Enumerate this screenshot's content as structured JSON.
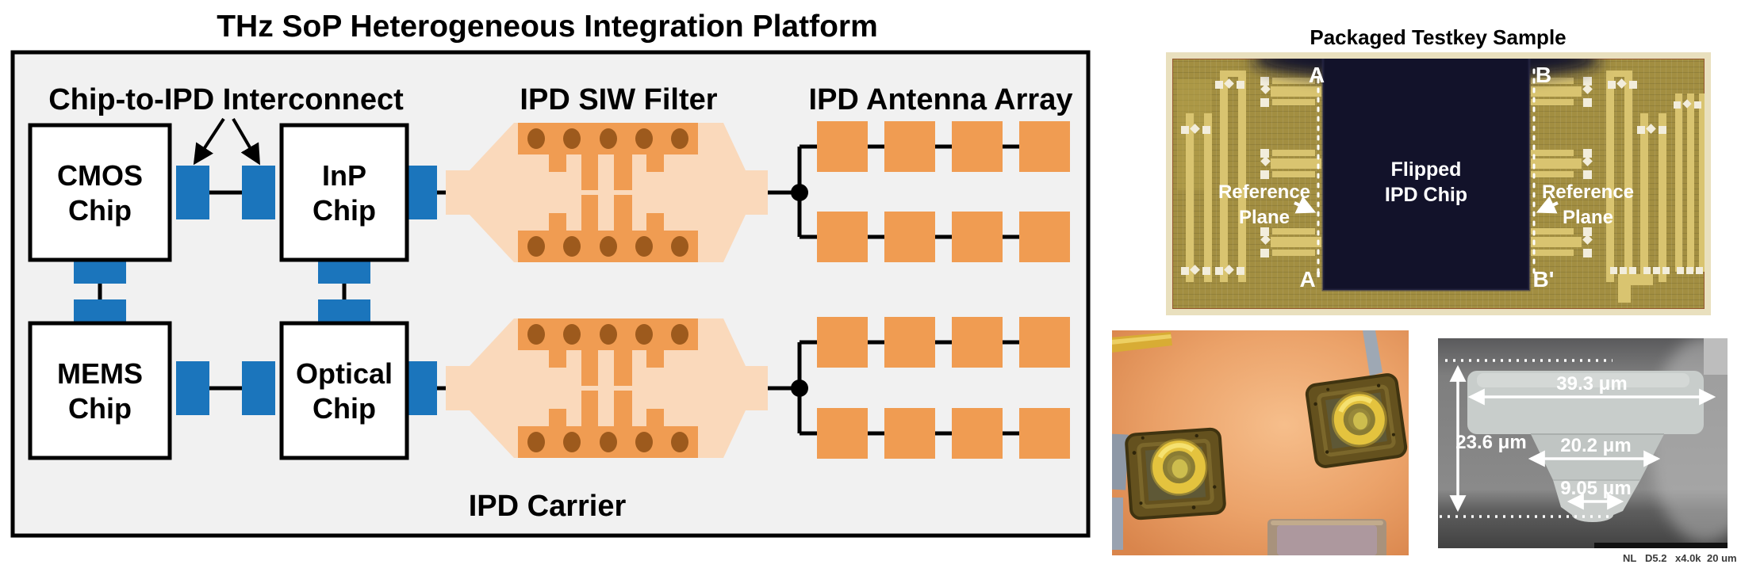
{
  "diagram": {
    "title": "THz SoP Heterogeneous Integration Platform",
    "interconnect_label": "Chip-to-IPD Interconnect",
    "filter_label": "IPD SIW Filter",
    "antenna_label": "IPD Antenna Array",
    "carrier_label": "IPD Carrier",
    "chips": {
      "cmos": [
        "CMOS",
        "Chip"
      ],
      "inp": [
        "InP",
        "Chip"
      ],
      "mems": [
        "MEMS",
        "Chip"
      ],
      "optical": [
        "Optical",
        "Chip"
      ]
    },
    "colors": {
      "interconnect_blue": "#1B75BC",
      "ipd_orange": "#F09C52",
      "ipd_peach": "#FAD9BB",
      "via_brown": "#9D5A1D",
      "carrier_bg": "#F1F1F1"
    }
  },
  "testkey": {
    "title": "Packaged Testkey Sample",
    "chip_label": [
      "Flipped",
      "IPD Chip"
    ],
    "ref_plane_left": [
      "Reference",
      "Plane"
    ],
    "ref_plane_right": [
      "Reference",
      "Plane"
    ],
    "markers": {
      "top_left": "A",
      "top_right": "B",
      "bottom_left": "A'",
      "bottom_right": "B'"
    }
  },
  "sem": {
    "width_top": "39.3 μm",
    "height_left": "23.6 μm",
    "width_mid": "20.2 μm",
    "width_tip": "9.05 μm",
    "caption_parts": [
      "NL",
      "D5.2",
      "x4.0k",
      "20 um"
    ]
  }
}
